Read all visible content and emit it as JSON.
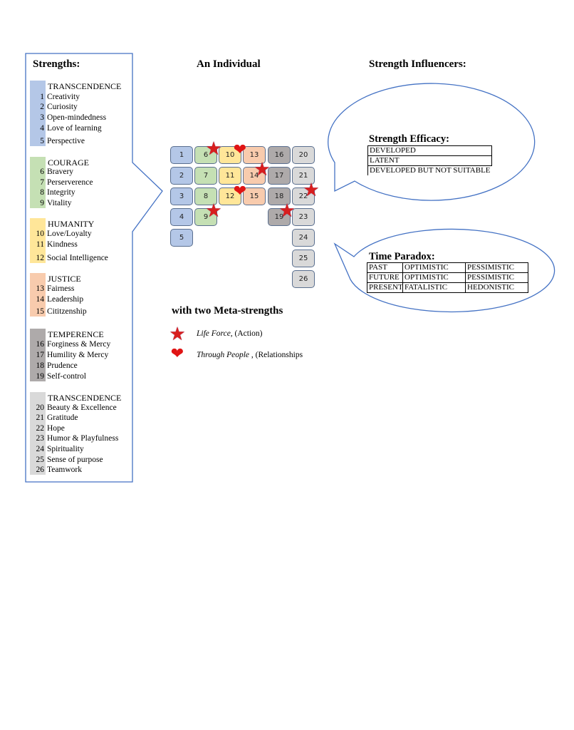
{
  "headings": {
    "strengths": "Strengths:",
    "individual": "An Individual",
    "influencers": "Strength Influencers:",
    "meta": "with two Meta-strengths"
  },
  "colors": {
    "transcendence": "#b4c7e7",
    "courage": "#c5e0b4",
    "humanity": "#ffe699",
    "justice": "#f8cbad",
    "temperance": "#aeaaaa",
    "transcendence2": "#d9d9d9",
    "star": "#d81e1e",
    "heart": "#e01414",
    "outline": "#4472c4"
  },
  "groups": [
    {
      "title": "TRANSCENDENCE",
      "items": [
        {
          "num": "1",
          "label": "Creativity"
        },
        {
          "num": "2",
          "label": "Curiosity"
        },
        {
          "num": "3",
          "label": "Open-mindedness"
        },
        {
          "num": "4",
          "label": "Love of learning"
        },
        {
          "num": "5",
          "label": "Perspective"
        }
      ]
    },
    {
      "title": "COURAGE",
      "items": [
        {
          "num": "6",
          "label": "Bravery"
        },
        {
          "num": "7",
          "label": "Perserverence"
        },
        {
          "num": "8",
          "label": "Integrity"
        },
        {
          "num": "9",
          "label": "Vitality"
        }
      ]
    },
    {
      "title": "HUMANITY",
      "items": [
        {
          "num": "10",
          "label": "Love/Loyalty"
        },
        {
          "num": "11",
          "label": "Kindness"
        },
        {
          "num": "12",
          "label": "Social Intelligence"
        }
      ]
    },
    {
      "title": "JUSTICE",
      "items": [
        {
          "num": "13",
          "label": "Fairness"
        },
        {
          "num": "14",
          "label": "Leadership"
        },
        {
          "num": "15",
          "label": "Cititzenship"
        }
      ]
    },
    {
      "title": "TEMPERENCE",
      "items": [
        {
          "num": "16",
          "label": "Forginess & Mercy"
        },
        {
          "num": "17",
          "label": "Humility & Mercy"
        },
        {
          "num": "18",
          "label": "Prudence"
        },
        {
          "num": "19",
          "label": "Self-control"
        }
      ]
    },
    {
      "title": "TRANSCENDENCE",
      "items": [
        {
          "num": "20",
          "label": "Beauty & Excellence"
        },
        {
          "num": "21",
          "label": "Gratitude"
        },
        {
          "num": "22",
          "label": "Hope"
        },
        {
          "num": "23",
          "label": "Humor & Playfulness"
        },
        {
          "num": "24",
          "label": "Spirituality"
        },
        {
          "num": "25",
          "label": "Sense of purpose"
        },
        {
          "num": "26",
          "label": "Teamwork"
        }
      ]
    }
  ],
  "tiles": [
    "1",
    "2",
    "3",
    "4",
    "5",
    "6",
    "7",
    "8",
    "9",
    "10",
    "11",
    "12",
    "13",
    "14",
    "15",
    "16",
    "17",
    "18",
    "19",
    "20",
    "21",
    "22",
    "23",
    "24",
    "25",
    "26"
  ],
  "stars_on": [
    "6",
    "14",
    "22",
    "9",
    "19"
  ],
  "hearts_on": [
    "10",
    "12"
  ],
  "efficacy": {
    "title": "Strength Efficacy:",
    "rows": [
      "DEVELOPED",
      "LATENT",
      "DEVELOPED BUT NOT SUITABLE"
    ]
  },
  "time_paradox": {
    "title": "Time Paradox:",
    "rows": [
      [
        "PAST",
        "OPTIMISTIC",
        "PESSIMISTIC"
      ],
      [
        "FUTURE",
        "OPTIMISTIC",
        "PESSIMISTIC"
      ],
      [
        "PRESENT",
        "FATALISTIC",
        "HEDONISTIC"
      ]
    ]
  },
  "legend": {
    "star_italic": "Life Force,",
    "star_rest": " (Action)",
    "heart_italic": "Through People",
    "heart_rest": " , (Relationships"
  }
}
